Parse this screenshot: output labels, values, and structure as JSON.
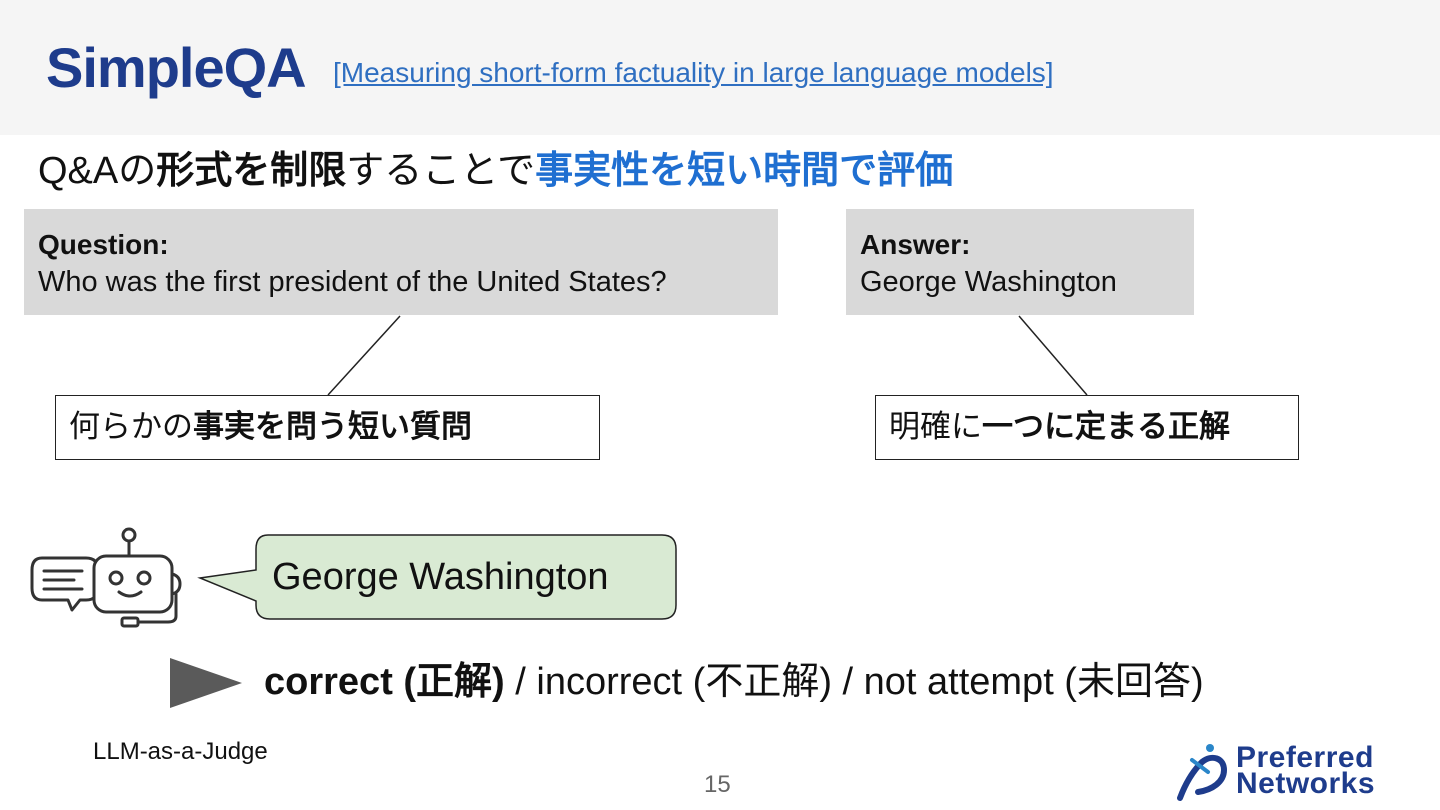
{
  "header": {
    "title": "SimpleQA",
    "reference_link": "[Measuring short-form factuality in large language models]"
  },
  "subtitle": {
    "part1": "Q&Aの",
    "part2_bold": "形式を制限",
    "part3": "することで",
    "part4_highlight": "事実性を短い時間で評価"
  },
  "question_box": {
    "label": "Question:",
    "text": "Who was the first president of the United States?"
  },
  "answer_box": {
    "label": "Answer:",
    "text": "George Washington"
  },
  "question_note": {
    "plain": "何らかの",
    "bold": "事実を問う短い質問"
  },
  "answer_note": {
    "plain": "明確に",
    "bold": "一つに定まる正解"
  },
  "model_response": "George Washington",
  "judgement": {
    "correct": "correct (正解)",
    "rest": " / incorrect (不正解) / not attempt (未回答)"
  },
  "judge_label": "LLM-as-a-Judge",
  "page_number": "15",
  "logo": {
    "line1": "Preferred",
    "line2": "Networks"
  },
  "colors": {
    "title": "#1e3c8c",
    "link": "#2f6fc1",
    "highlight": "#1f6fd1",
    "bubble_fill": "#d9ead3",
    "box_fill": "#d9d9d9"
  }
}
